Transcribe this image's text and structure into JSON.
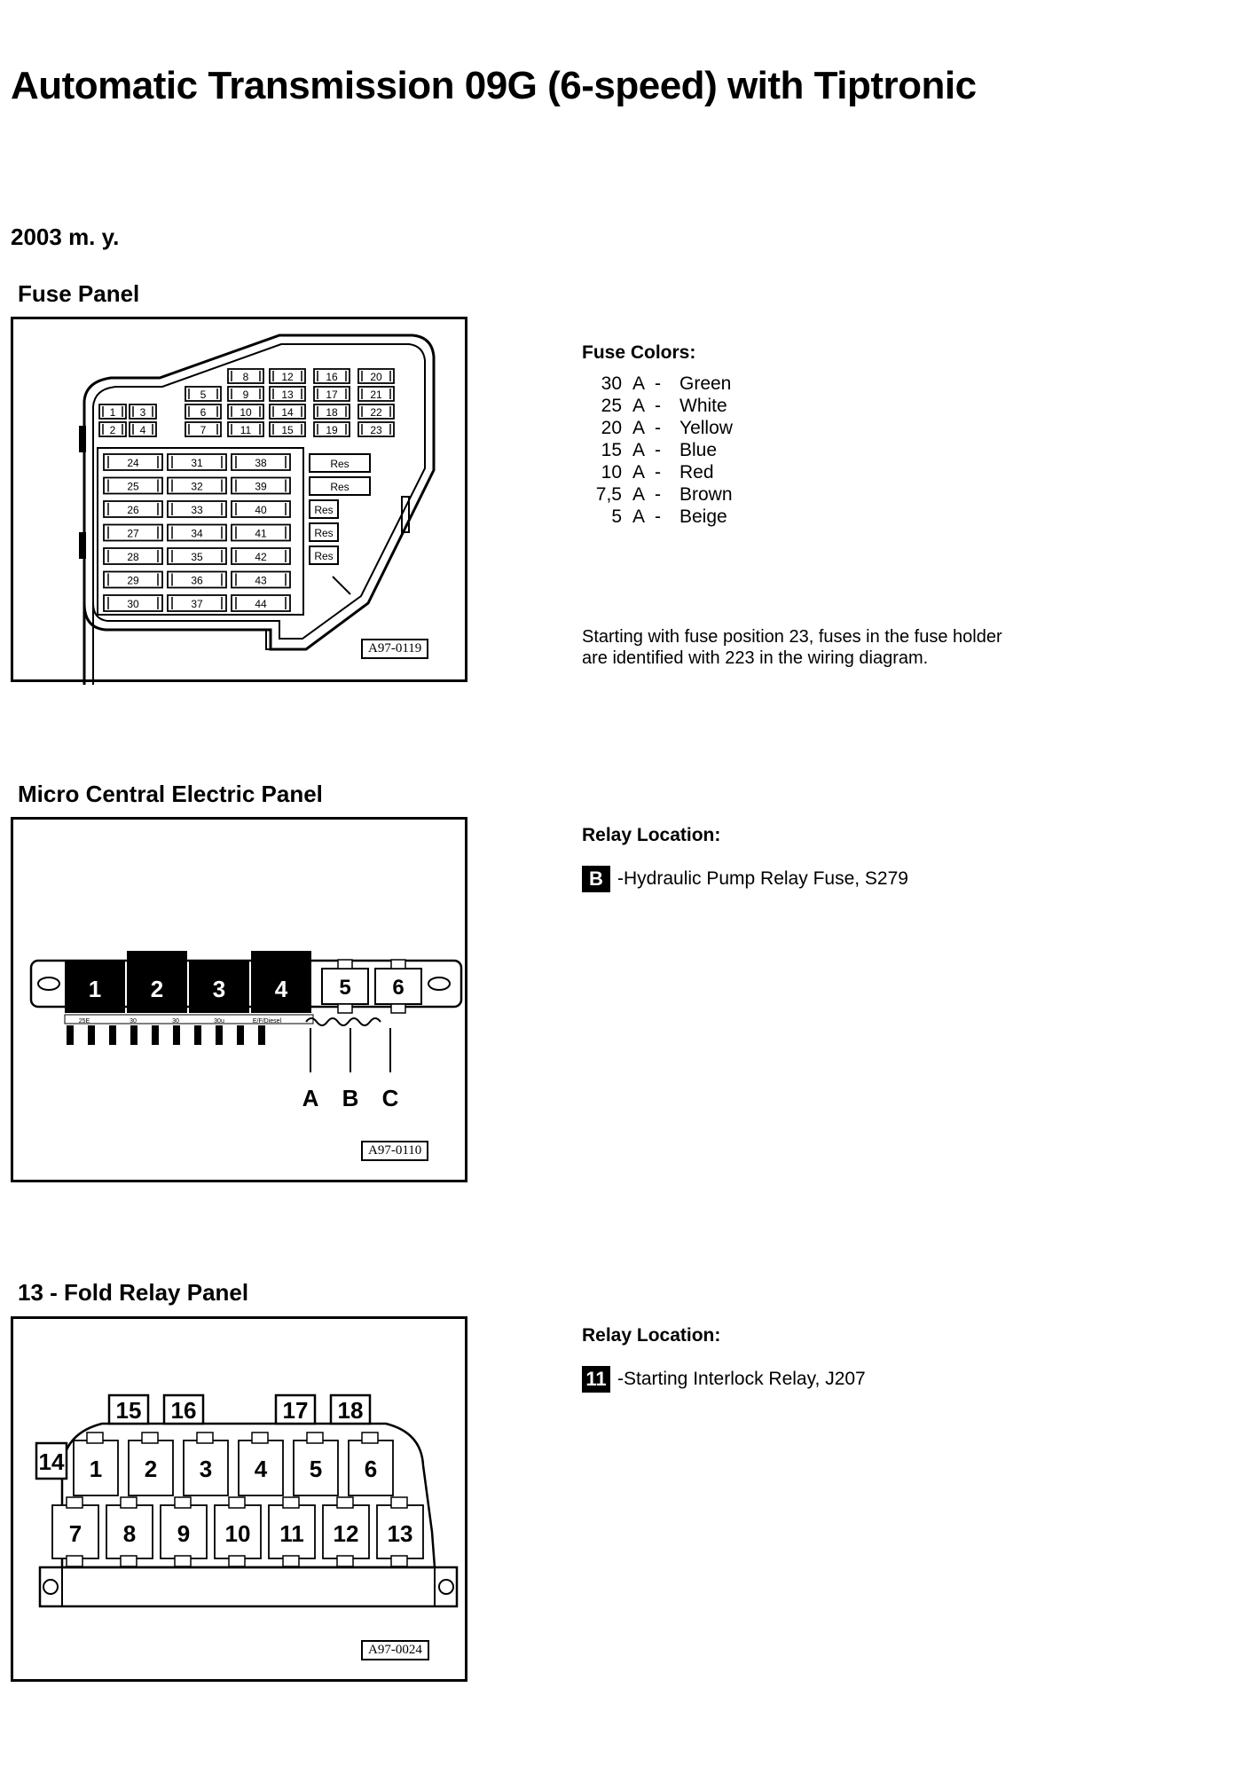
{
  "title": "Automatic Transmission 09G (6-speed) with Tiptronic",
  "model_year": "2003 m. y.",
  "fuse_panel": {
    "heading": "Fuse Panel",
    "figure_id": "A97-0119",
    "upper_rows": [
      [
        "8",
        "12",
        "16",
        "20"
      ],
      [
        "5",
        "9",
        "13",
        "17",
        "21"
      ],
      [
        "1",
        "3",
        "6",
        "10",
        "14",
        "18",
        "22"
      ],
      [
        "2",
        "4",
        "7",
        "11",
        "15",
        "19",
        "23"
      ]
    ],
    "lower_columns": [
      [
        "24",
        "25",
        "26",
        "27",
        "28",
        "29",
        "30"
      ],
      [
        "31",
        "32",
        "33",
        "34",
        "35",
        "36",
        "37"
      ],
      [
        "38",
        "39",
        "40",
        "41",
        "42",
        "43",
        "44"
      ]
    ],
    "res_label": "Res",
    "colors_heading": "Fuse Colors:",
    "colors": [
      {
        "amps": "30",
        "unit": "A",
        "dash": "-",
        "color": "Green"
      },
      {
        "amps": "25",
        "unit": "A",
        "dash": "-",
        "color": "White"
      },
      {
        "amps": "20",
        "unit": "A",
        "dash": "-",
        "color": "Yellow"
      },
      {
        "amps": "15",
        "unit": "A",
        "dash": "-",
        "color": "Blue"
      },
      {
        "amps": "10",
        "unit": "A",
        "dash": "-",
        "color": "Red"
      },
      {
        "amps": "7,5",
        "unit": "A",
        "dash": "-",
        "color": "Brown"
      },
      {
        "amps": "5",
        "unit": "A",
        "dash": "-",
        "color": "Beige"
      }
    ],
    "note_line1": "Starting with fuse position 23, fuses in the fuse holder",
    "note_line2": "are identified with 223 in the wiring diagram."
  },
  "micro_panel": {
    "heading": "Micro Central Electric Panel",
    "figure_id": "A97-0110",
    "relays": [
      "1",
      "2",
      "3",
      "4",
      "5",
      "6"
    ],
    "small_labels": [
      "25E",
      "30",
      "30",
      "30u",
      "E/F/Diesel"
    ],
    "fuse_letters": [
      "A",
      "B",
      "C"
    ],
    "relay_heading": "Relay Location:",
    "relay_badge": "B",
    "relay_text": "-Hydraulic Pump Relay Fuse, S279"
  },
  "fold_panel": {
    "heading": "13 - Fold Relay Panel",
    "figure_id": "A97-0024",
    "top_relays": [
      "15",
      "16",
      "17",
      "18"
    ],
    "side_relay": "14",
    "row1": [
      "1",
      "2",
      "3",
      "4",
      "5",
      "6"
    ],
    "row2": [
      "7",
      "8",
      "9",
      "10",
      "11",
      "12",
      "13"
    ],
    "relay_heading": "Relay Location:",
    "relay_badge": "11",
    "relay_text": "-Starting Interlock Relay, J207"
  }
}
